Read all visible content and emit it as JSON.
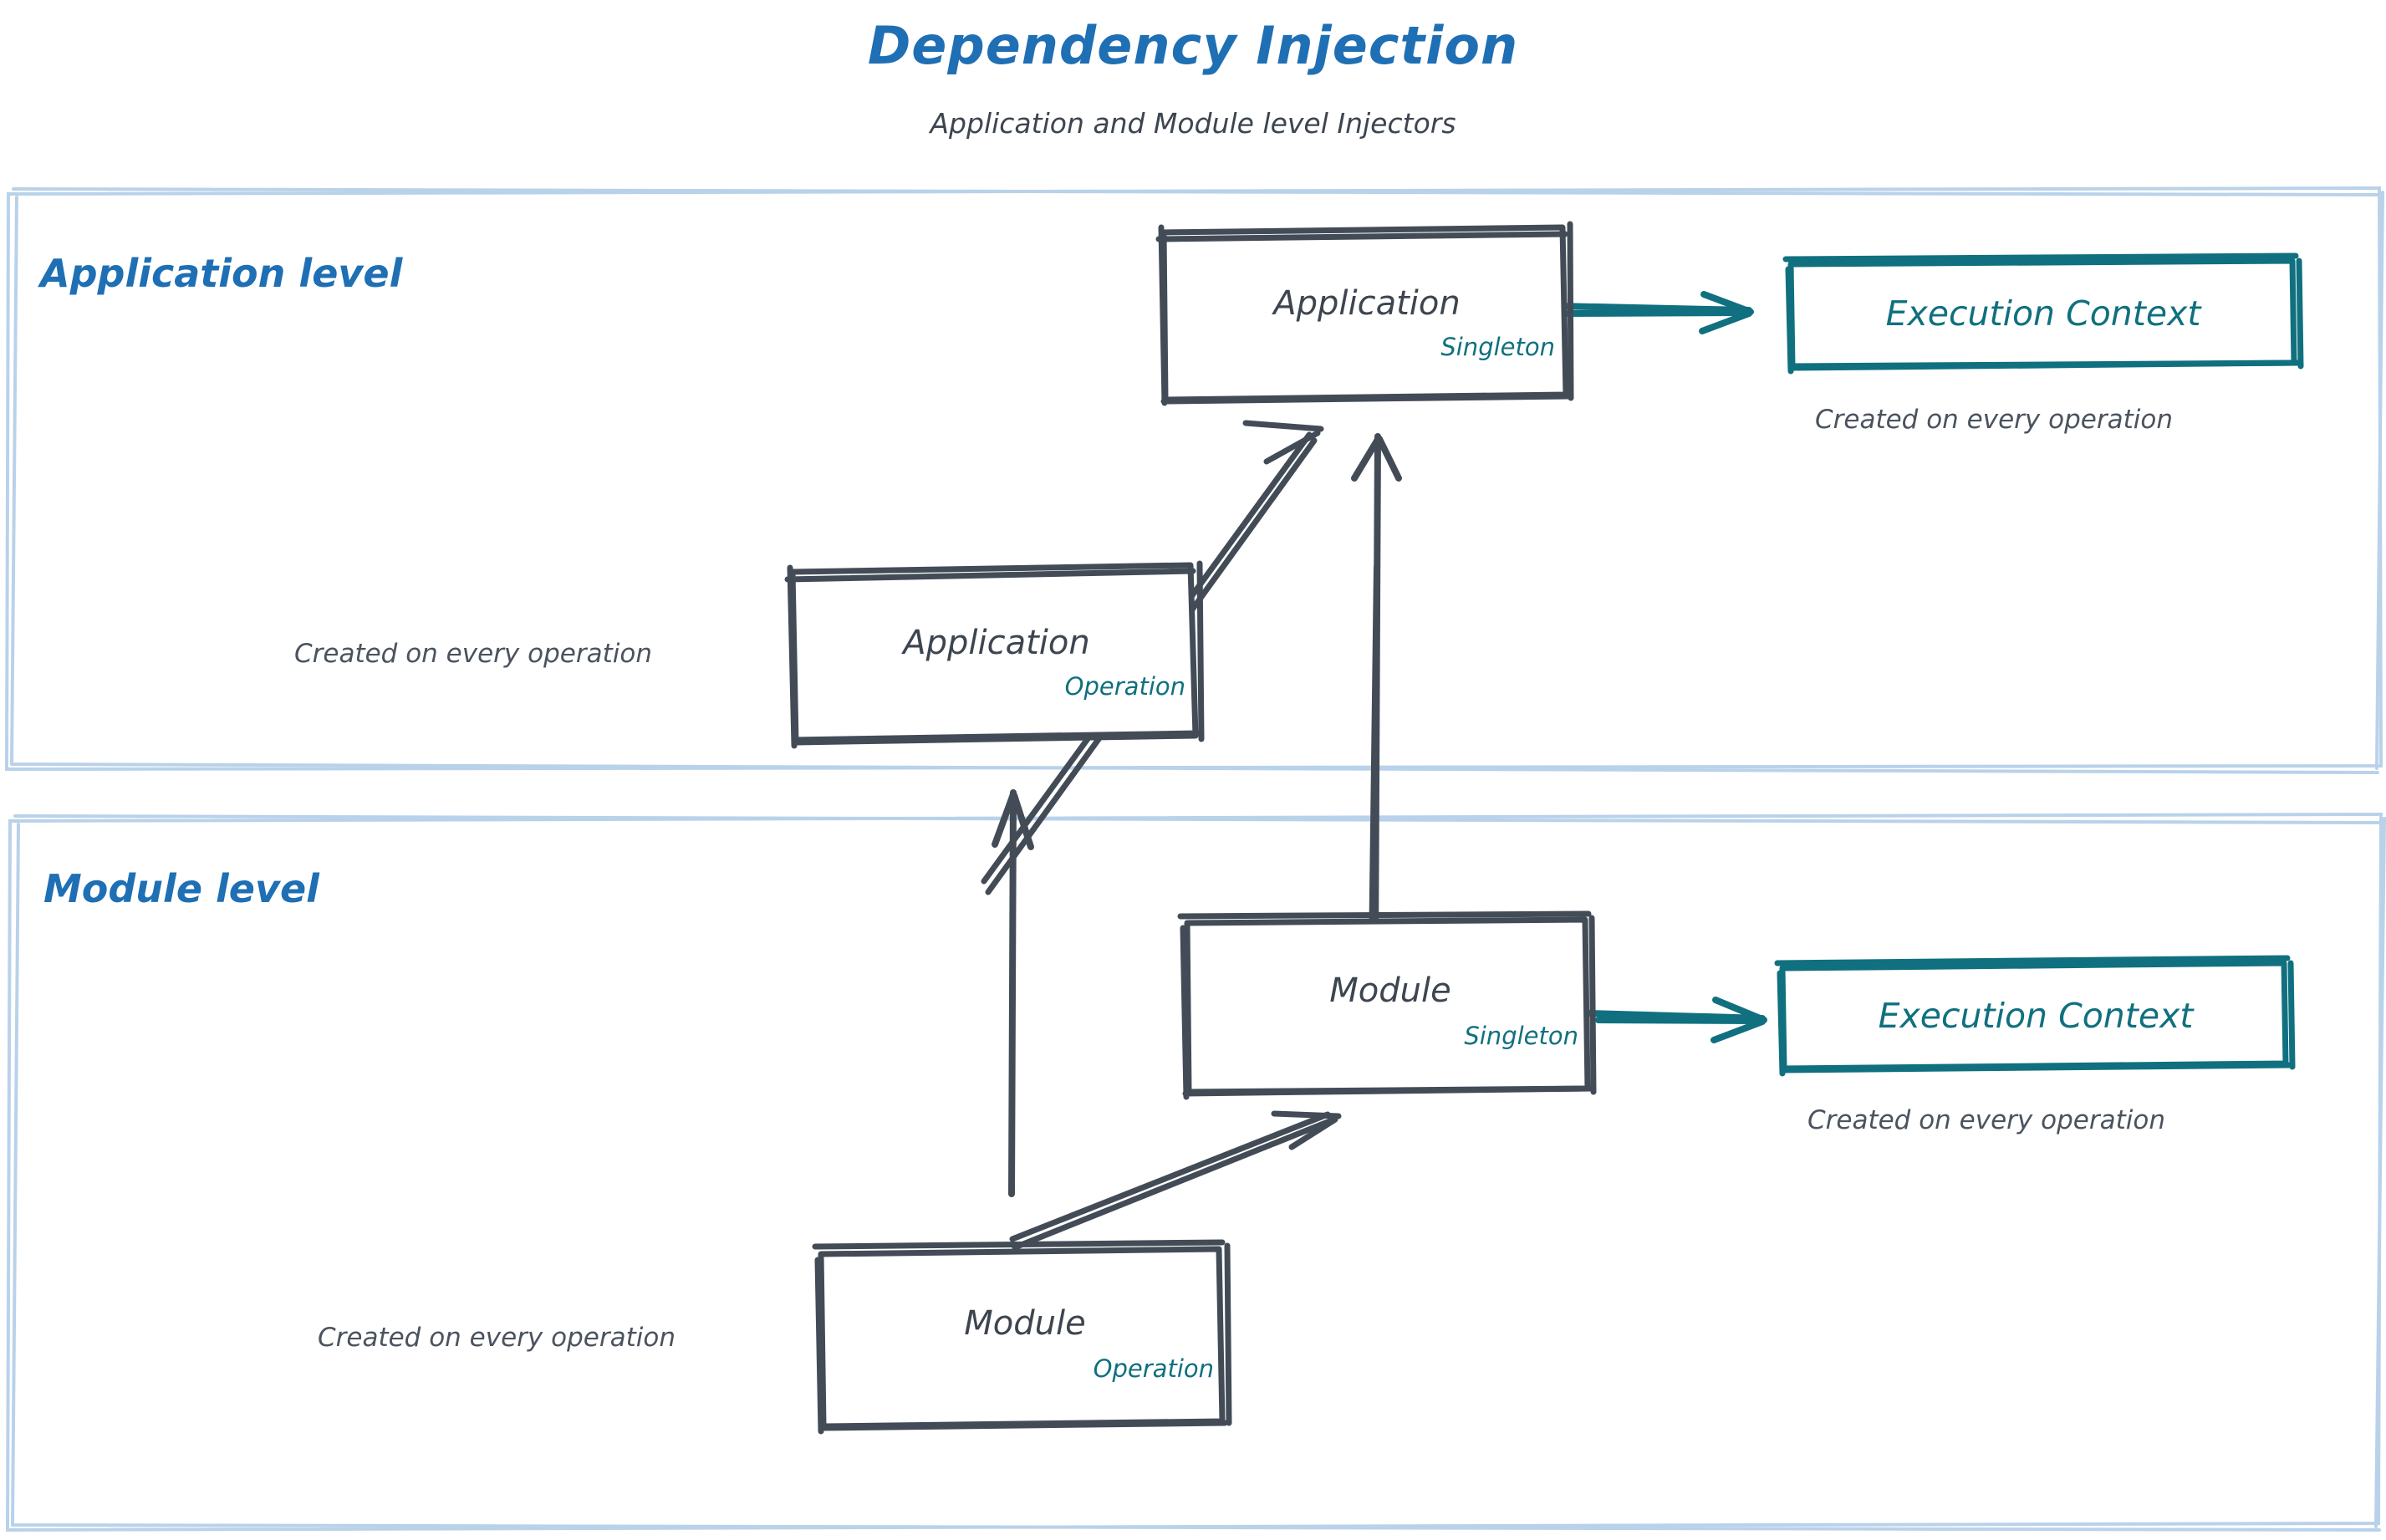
{
  "header": {
    "title": "Dependency Injection",
    "subtitle": "Application and Module level Injectors",
    "title_color": "#1f6fb4",
    "subtitle_color": "#3d4550"
  },
  "colors": {
    "accent_blue": "#1f6fb4",
    "panel_border": "#b9d2ea",
    "sketch_dark": "#434c56",
    "teal": "#10707f"
  },
  "sections": [
    {
      "id": "application-level",
      "label": "Application level",
      "nodes": [
        {
          "id": "application-singleton",
          "title": "Application",
          "scope": "Singleton",
          "style": "dark"
        },
        {
          "id": "application-execution-context",
          "title": "Execution Context",
          "style": "teal",
          "caption": "Created on every operation"
        },
        {
          "id": "application-operation",
          "title": "Application",
          "scope": "Operation",
          "style": "dark",
          "caption": "Created on every operation"
        }
      ],
      "edges": [
        {
          "from": "application-operation",
          "to": "application-singleton",
          "kind": "diagonal-open",
          "color": "#434c56"
        },
        {
          "from": "application-singleton",
          "to": "application-execution-context",
          "kind": "horizontal-open",
          "color": "#10707f"
        }
      ]
    },
    {
      "id": "module-level",
      "label": "Module level",
      "nodes": [
        {
          "id": "module-singleton",
          "title": "Module",
          "scope": "Singleton",
          "style": "dark"
        },
        {
          "id": "module-execution-context",
          "title": "Execution Context",
          "style": "teal",
          "caption": "Created on every operation"
        },
        {
          "id": "module-operation",
          "title": "Module",
          "scope": "Operation",
          "style": "dark",
          "caption": "Created on every operation"
        }
      ],
      "edges": [
        {
          "from": "module-operation",
          "to": "module-singleton",
          "kind": "diagonal-open",
          "color": "#434c56"
        },
        {
          "from": "module-singleton",
          "to": "module-execution-context",
          "kind": "horizontal-open",
          "color": "#10707f"
        }
      ]
    }
  ],
  "cross_level_edges": [
    {
      "from": "module-singleton",
      "to": "application-singleton",
      "kind": "vertical-solid",
      "color": "#434c56"
    },
    {
      "from": "module-operation",
      "to": "application-operation",
      "kind": "vertical-solid",
      "color": "#434c56"
    }
  ]
}
